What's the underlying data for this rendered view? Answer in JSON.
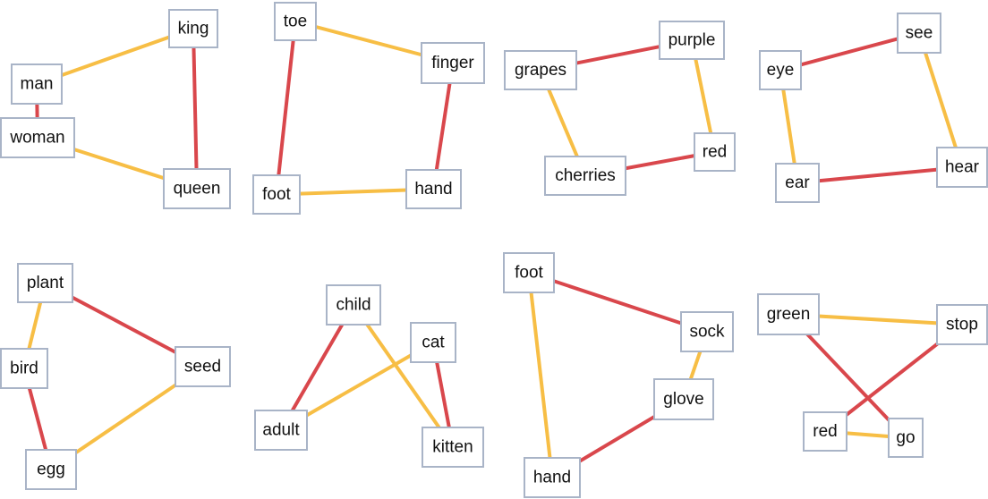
{
  "colors": {
    "red": "#d9474c",
    "yellow": "#f7be45",
    "border": "#a9b4c7"
  },
  "graphs": [
    {
      "nodes": [
        {
          "id": "king",
          "label": "king"
        },
        {
          "id": "man",
          "label": "man"
        },
        {
          "id": "woman",
          "label": "woman"
        },
        {
          "id": "queen",
          "label": "queen"
        }
      ],
      "edges": [
        {
          "from": "man",
          "to": "king",
          "color": "yellow"
        },
        {
          "from": "king",
          "to": "queen",
          "color": "red"
        },
        {
          "from": "man",
          "to": "woman",
          "color": "red"
        },
        {
          "from": "woman",
          "to": "queen",
          "color": "yellow"
        }
      ]
    },
    {
      "nodes": [
        {
          "id": "toe",
          "label": "toe"
        },
        {
          "id": "finger",
          "label": "finger"
        },
        {
          "id": "foot",
          "label": "foot"
        },
        {
          "id": "hand",
          "label": "hand"
        }
      ],
      "edges": [
        {
          "from": "toe",
          "to": "finger",
          "color": "yellow"
        },
        {
          "from": "toe",
          "to": "foot",
          "color": "red"
        },
        {
          "from": "finger",
          "to": "hand",
          "color": "red"
        },
        {
          "from": "foot",
          "to": "hand",
          "color": "yellow"
        }
      ]
    },
    {
      "nodes": [
        {
          "id": "grapes",
          "label": "grapes"
        },
        {
          "id": "purple",
          "label": "purple"
        },
        {
          "id": "red",
          "label": "red"
        },
        {
          "id": "cherries",
          "label": "cherries"
        }
      ],
      "edges": [
        {
          "from": "grapes",
          "to": "purple",
          "color": "red"
        },
        {
          "from": "purple",
          "to": "red",
          "color": "yellow"
        },
        {
          "from": "grapes",
          "to": "cherries",
          "color": "yellow"
        },
        {
          "from": "cherries",
          "to": "red",
          "color": "red"
        }
      ]
    },
    {
      "nodes": [
        {
          "id": "see",
          "label": "see"
        },
        {
          "id": "eye",
          "label": "eye"
        },
        {
          "id": "hear",
          "label": "hear"
        },
        {
          "id": "ear",
          "label": "ear"
        }
      ],
      "edges": [
        {
          "from": "eye",
          "to": "see",
          "color": "red"
        },
        {
          "from": "see",
          "to": "hear",
          "color": "yellow"
        },
        {
          "from": "eye",
          "to": "ear",
          "color": "yellow"
        },
        {
          "from": "ear",
          "to": "hear",
          "color": "red"
        }
      ]
    },
    {
      "nodes": [
        {
          "id": "plant",
          "label": "plant"
        },
        {
          "id": "bird",
          "label": "bird"
        },
        {
          "id": "seed",
          "label": "seed"
        },
        {
          "id": "egg",
          "label": "egg"
        }
      ],
      "edges": [
        {
          "from": "plant",
          "to": "seed",
          "color": "red"
        },
        {
          "from": "plant",
          "to": "bird",
          "color": "yellow"
        },
        {
          "from": "bird",
          "to": "egg",
          "color": "red"
        },
        {
          "from": "seed",
          "to": "egg",
          "color": "yellow"
        }
      ]
    },
    {
      "nodes": [
        {
          "id": "child",
          "label": "child"
        },
        {
          "id": "cat",
          "label": "cat"
        },
        {
          "id": "adult",
          "label": "adult"
        },
        {
          "id": "kitten",
          "label": "kitten"
        }
      ],
      "edges": [
        {
          "from": "child",
          "to": "adult",
          "color": "red"
        },
        {
          "from": "child",
          "to": "kitten",
          "color": "yellow"
        },
        {
          "from": "adult",
          "to": "cat",
          "color": "yellow"
        },
        {
          "from": "cat",
          "to": "kitten",
          "color": "red"
        }
      ]
    },
    {
      "nodes": [
        {
          "id": "foot",
          "label": "foot"
        },
        {
          "id": "sock",
          "label": "sock"
        },
        {
          "id": "glove",
          "label": "glove"
        },
        {
          "id": "hand",
          "label": "hand"
        }
      ],
      "edges": [
        {
          "from": "foot",
          "to": "sock",
          "color": "red"
        },
        {
          "from": "foot",
          "to": "hand",
          "color": "yellow"
        },
        {
          "from": "sock",
          "to": "glove",
          "color": "yellow"
        },
        {
          "from": "glove",
          "to": "hand",
          "color": "red"
        }
      ]
    },
    {
      "nodes": [
        {
          "id": "green",
          "label": "green"
        },
        {
          "id": "stop",
          "label": "stop"
        },
        {
          "id": "red",
          "label": "red"
        },
        {
          "id": "go",
          "label": "go"
        }
      ],
      "edges": [
        {
          "from": "green",
          "to": "stop",
          "color": "yellow"
        },
        {
          "from": "green",
          "to": "go",
          "color": "red"
        },
        {
          "from": "stop",
          "to": "red",
          "color": "red"
        },
        {
          "from": "red",
          "to": "go",
          "color": "yellow"
        }
      ]
    }
  ]
}
